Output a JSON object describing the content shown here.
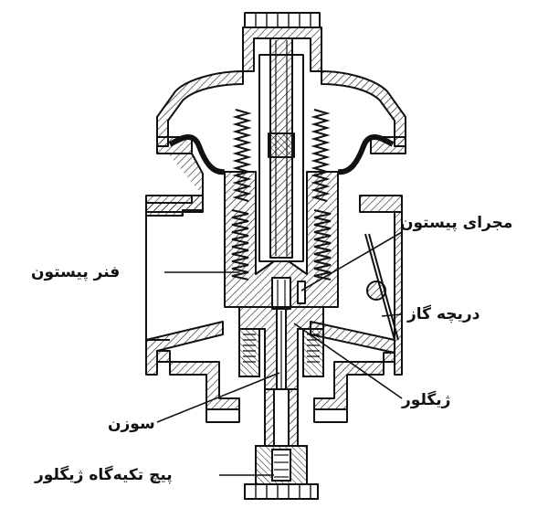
{
  "labels": {
    "piston_passage": "مجرای پیستون",
    "piston_spring": "فنر پیستون",
    "throttle_valve": "دریچه گاز",
    "jet": "ژیگلور",
    "needle": "سوزن",
    "jet_support_screw": "پیچ تکیه‌گاه ژیگلور"
  },
  "colors": {
    "line": "#111111",
    "background": "#ffffff"
  }
}
